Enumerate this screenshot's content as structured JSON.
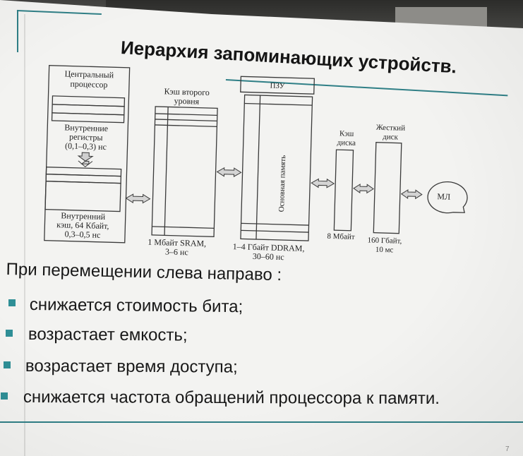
{
  "slide": {
    "title": "Иерархия запоминающих устройств.",
    "page_number": "7"
  },
  "diagram": {
    "cpu": {
      "label_line1": "Центральный",
      "label_line2": "процессор",
      "registers_line1": "Внутренние",
      "registers_line2": "регистры",
      "registers_line3": "(0,1–0,3) нс",
      "cache_line1": "Внутренний",
      "cache_line2": "кэш, 64 Кбайт,",
      "cache_line3": "0,3–0,5 нс"
    },
    "l2": {
      "label_line1": "Кэш второго",
      "label_line2": "уровня",
      "caption_line1": "1 Мбайт SRAM,",
      "caption_line2": "3–6 нс"
    },
    "rom": {
      "label": "ПЗУ"
    },
    "ram": {
      "vertical_label": "Основная память",
      "caption_line1": "1–4 Гбайт DDRAM,",
      "caption_line2": "30–60 нс"
    },
    "disk_cache": {
      "label_line1": "Кэш",
      "label_line2": "диска",
      "caption": "8 Мбайт"
    },
    "hdd": {
      "label_line1": "Жесткий",
      "label_line2": "диск",
      "caption_line1": "160 Гбайт,",
      "caption_line2": "10 мс"
    },
    "tape": {
      "label": "МЛ"
    }
  },
  "text": {
    "intro": "При перемещении слева направо :",
    "bullets": [
      "снижается стоимость бита;",
      "возрастает емкость;",
      "возрастает время доступа;",
      "снижается частота обращений процессора к памяти."
    ]
  },
  "colors": {
    "accent": "#2f7f86",
    "bullet": "#2f8f96",
    "slide_background": "#f3f3f1",
    "text": "#181818"
  }
}
